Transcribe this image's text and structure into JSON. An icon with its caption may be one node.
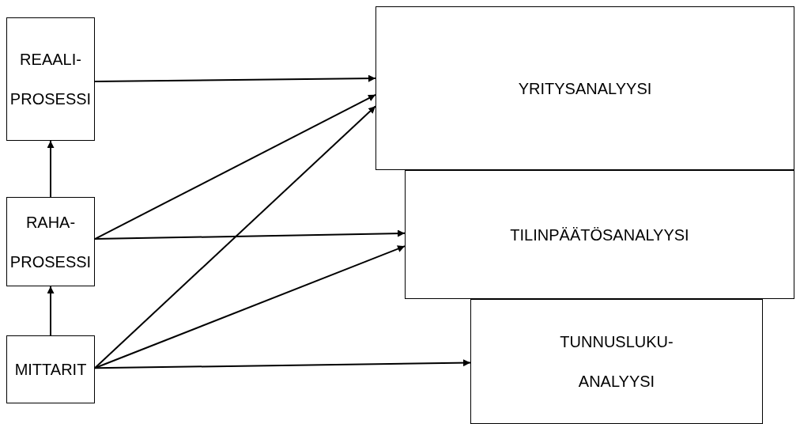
{
  "diagram": {
    "nodes": [
      {
        "text": [
          "REAALI- PROSESSI"
        ]
      },
      {
        "text": [
          "RAHA- PROSESSI"
        ]
      },
      {
        "text": [
          "MITTARIT"
        ]
      },
      {
        "text": [
          "YRITYSANALYYSI"
        ]
      },
      {
        "text": [
          "TILINPÄÄTÖSANALYYSI"
        ]
      },
      {
        "text": [
          "TUNNUSLUKU- ANALYYSI"
        ]
      }
    ],
    "edges": [
      {
        "from": 0,
        "to": 3,
        "arrow": "to"
      },
      {
        "from": 1,
        "to": 0,
        "arrow": "to"
      },
      {
        "from": 2,
        "to": 1,
        "arrow": "to"
      },
      {
        "from": 1,
        "to": 3,
        "arrow": "to"
      },
      {
        "from": 1,
        "to": 4,
        "arrow": "to"
      },
      {
        "from": 2,
        "to": 3,
        "arrow": "to"
      },
      {
        "from": 2,
        "to": 4,
        "arrow": "to"
      },
      {
        "from": 2,
        "to": 5,
        "arrow": "to"
      }
    ]
  }
}
